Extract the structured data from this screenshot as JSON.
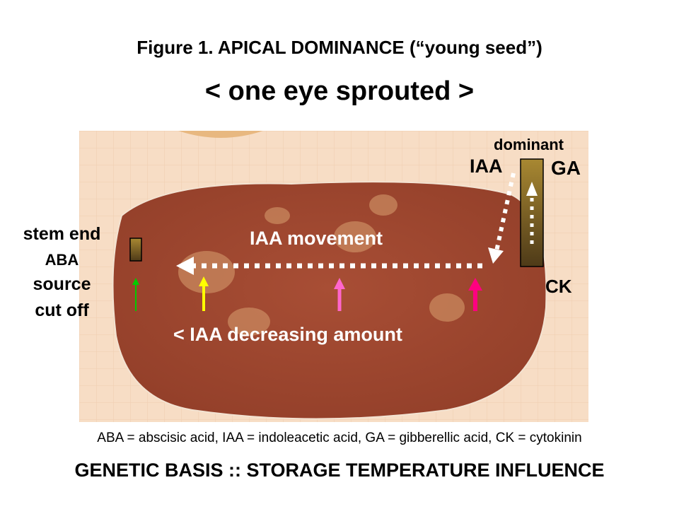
{
  "title": "Figure 1. APICAL DOMINANCE (“young seed”)",
  "subtitle": "< one eye sprouted >",
  "labels": {
    "dominant": "dominant",
    "iaa_top": "IAA",
    "ga": "GA",
    "ck": "CK",
    "stem_end": "stem end",
    "aba": "ABA",
    "source": "source",
    "cut_off": "cut off",
    "iaa_movement": "IAA movement",
    "iaa_decreasing": "<  IAA decreasing amount"
  },
  "arrow_colors": {
    "green": "#00cc00",
    "yellow": "#ffff00",
    "pink": "#ff66cc",
    "magenta": "#ff0080"
  },
  "legend": "ABA = abscisic acid, IAA = indoleacetic acid, GA = gibberellic acid, CK = cytokinin",
  "footer": "GENETIC BASIS :: STORAGE TEMPERATURE INFLUENCE"
}
